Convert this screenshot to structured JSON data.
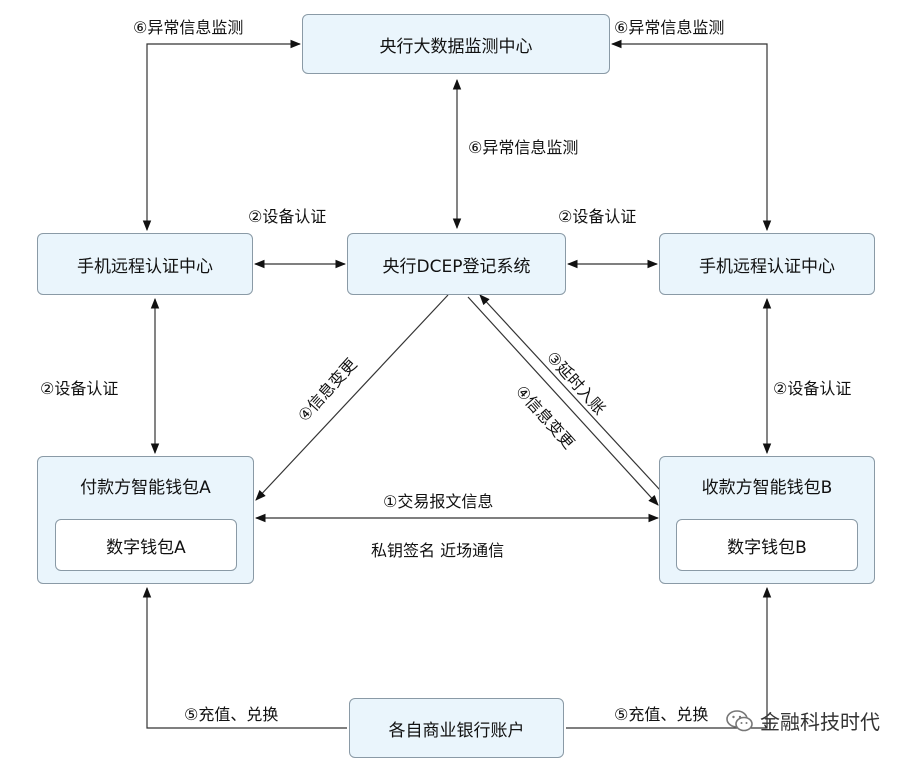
{
  "nodes": {
    "pboc_bigdata": "央行大数据监测中心",
    "dcep_registry": "央行DCEP登记系统",
    "auth_left": "手机远程认证中心",
    "auth_right": "手机远程认证中心",
    "payer_wallet": "付款方智能钱包A",
    "payer_digital": "数字钱包A",
    "payee_wallet": "收款方智能钱包B",
    "payee_digital": "数字钱包B",
    "bank_account": "各自商业银行账户"
  },
  "labels": {
    "anomaly_top_left": "⑥异常信息监测",
    "anomaly_top_right": "⑥异常信息监测",
    "anomaly_center": "⑥异常信息监测",
    "device_auth_left_top": "②设备认证",
    "device_auth_right_top": "②设备认证",
    "device_auth_left_side": "②设备认证",
    "device_auth_right_side": "②设备认证",
    "info_change_left": "④信息变更",
    "delayed_entry": "③延时入账",
    "info_change_right": "④信息变更",
    "transaction_info": "①交易报文信息",
    "private_key_nfc": "私钥签名 近场通信",
    "topup_left": "⑤充值、兑换",
    "topup_right": "⑤充值、兑换"
  },
  "watermark": "金融科技时代",
  "watermark_icon": "wechat-icon"
}
